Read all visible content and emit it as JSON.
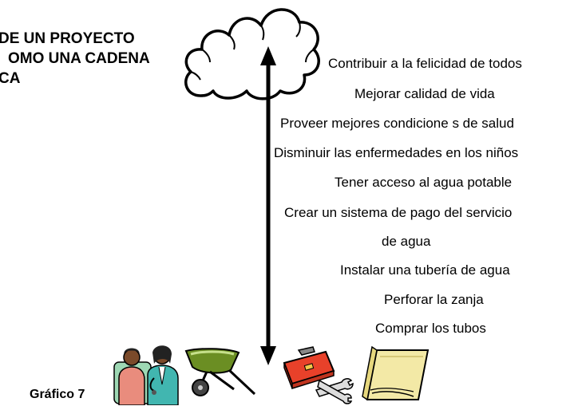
{
  "title": {
    "lines": [
      "DE UN PROYECTO",
      "OMO UNA CADENA",
      "CA"
    ]
  },
  "steps": [
    "Contribuir a la felicidad de todos",
    "Mejorar calidad de vida",
    "Proveer mejores condicione s de salud",
    "Disminuir las enfermedades en los niños",
    "Tener acceso al agua potable",
    "Crear un sistema de pago del servicio",
    "de agua",
    "Instalar una tubería de agua",
    "Perforar la zanja",
    "Comprar los tubos"
  ],
  "caption": "Gráfico 7",
  "icons": [
    "cloud-icon",
    "health-workers-icon",
    "wheelbarrow-icon",
    "toolbox-icon",
    "wrench-icon",
    "document-pages-icon"
  ],
  "colors": {
    "toolbox_red": "#e8412a",
    "wheelbarrow_green": "#6b8e23",
    "paper_yellow": "#f3e9a6",
    "skin": "#7a4a2a",
    "clothing_teal": "#41b6b0",
    "clothing_pink": "#e98c7d"
  }
}
